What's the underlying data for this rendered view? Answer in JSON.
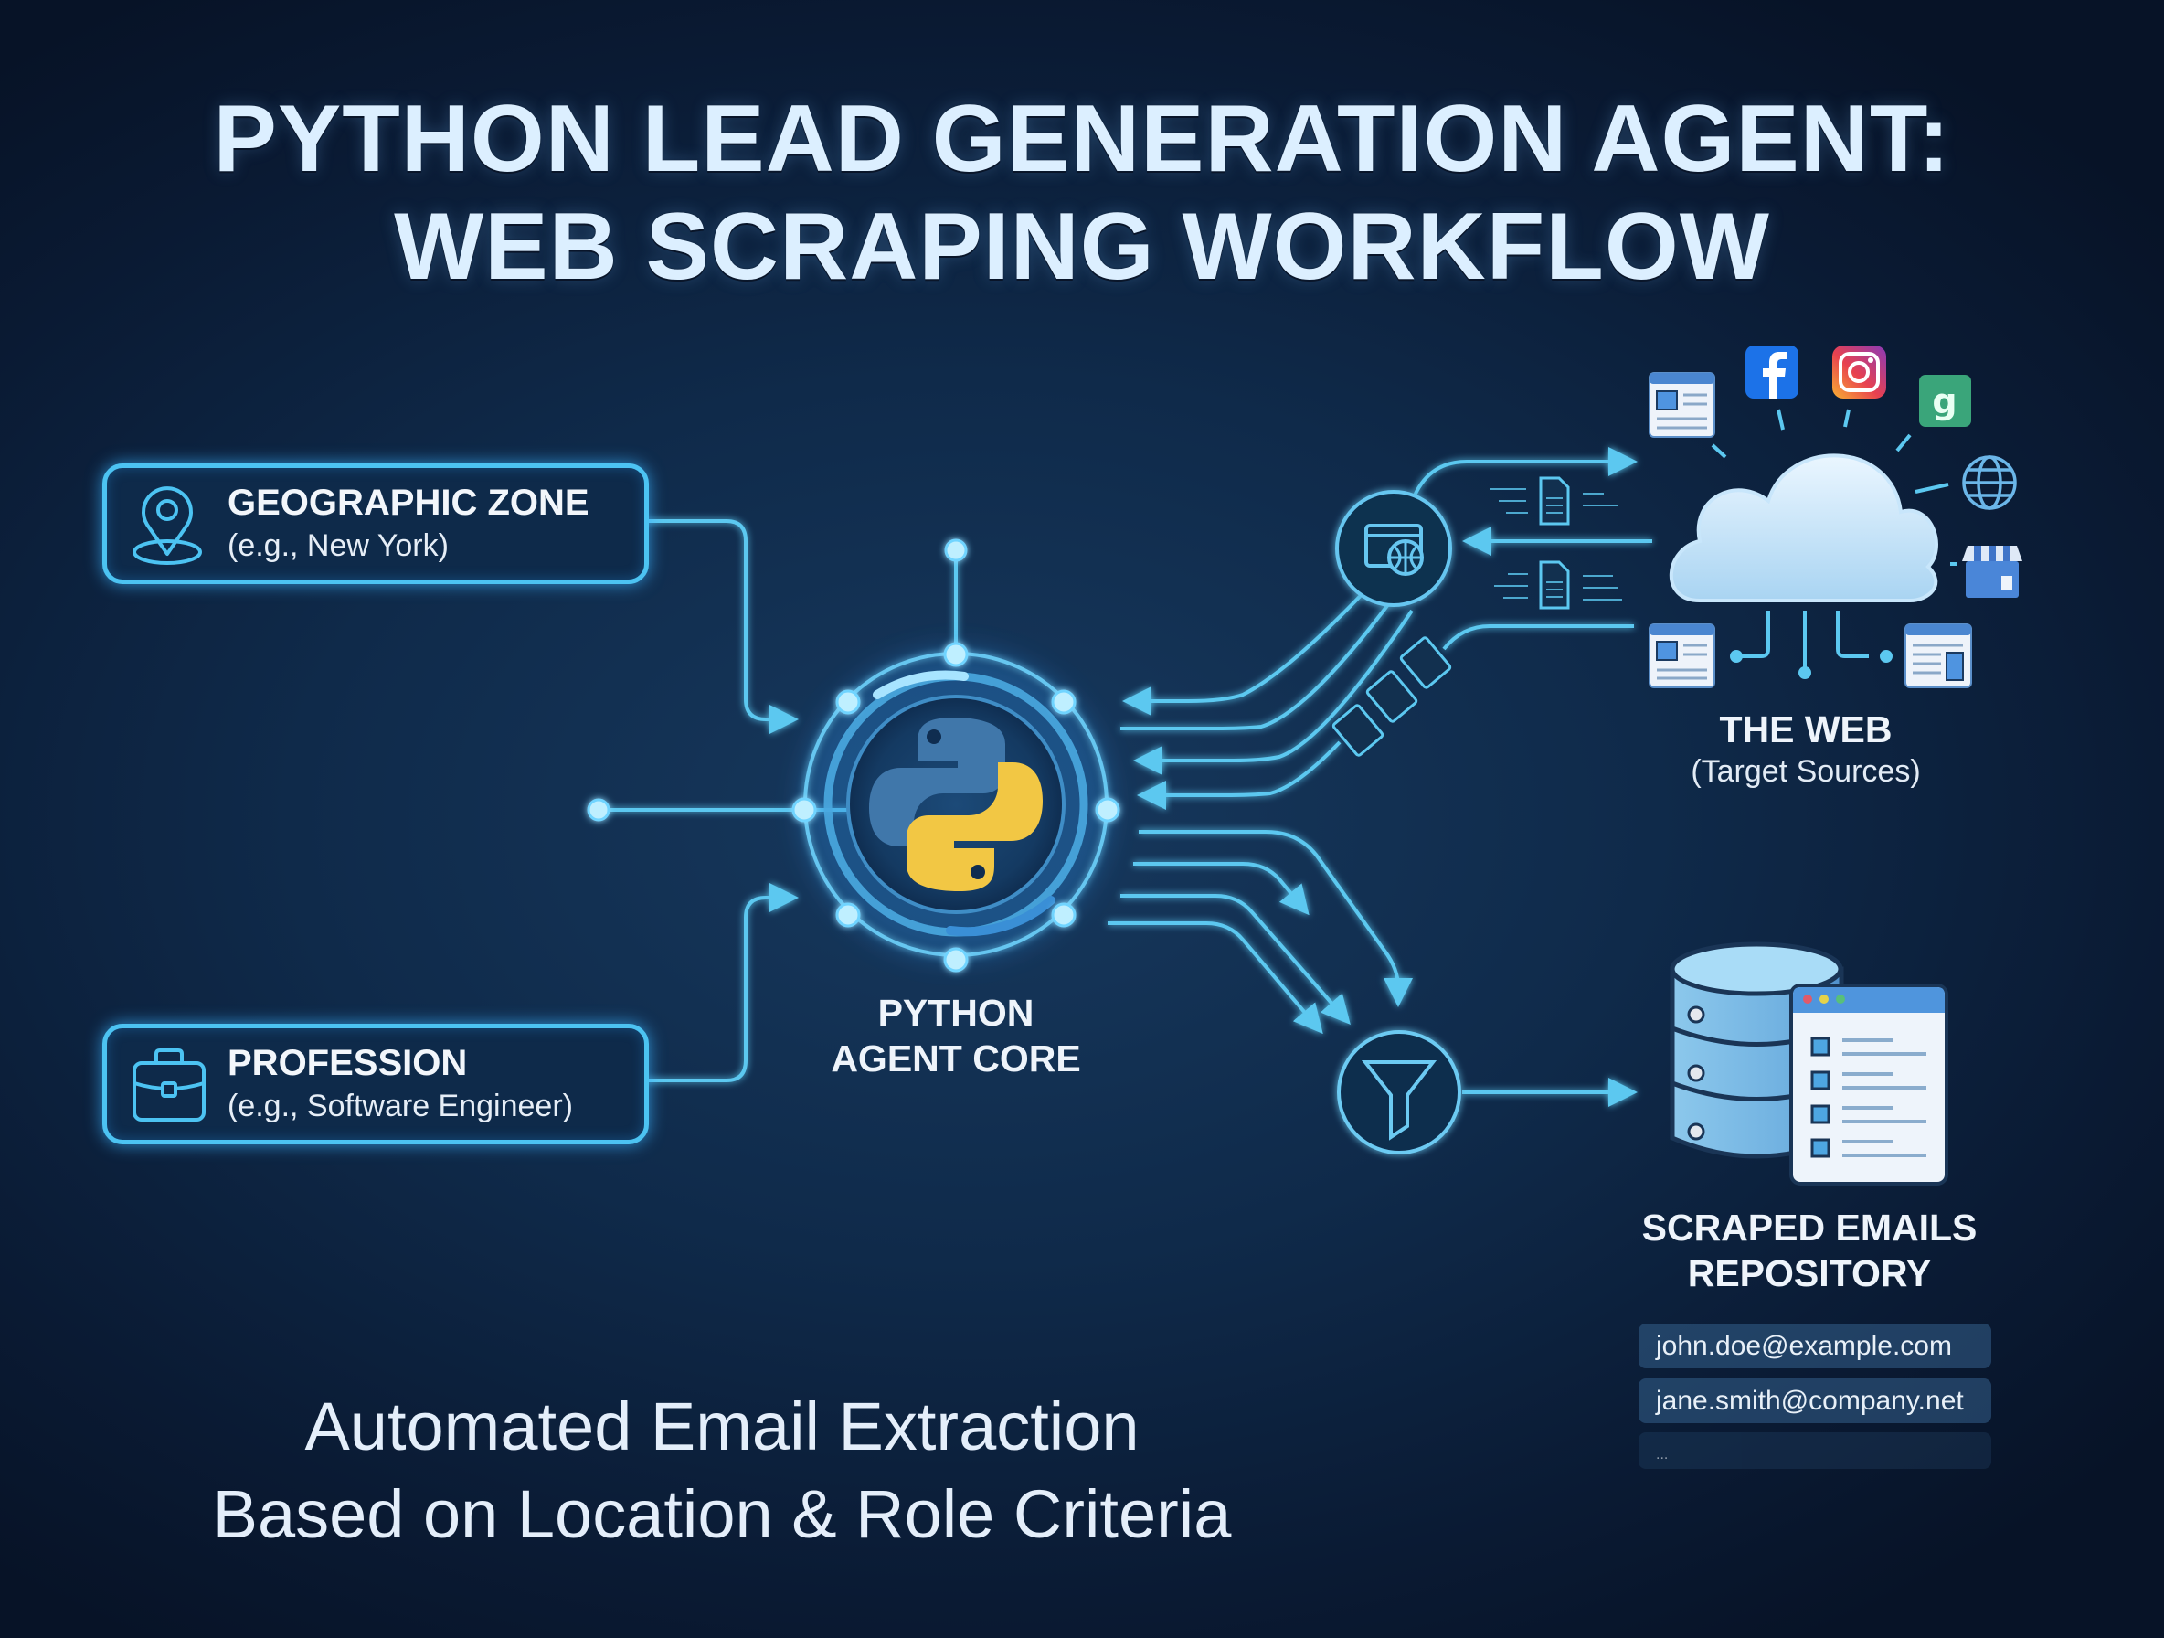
{
  "title": {
    "line1": "PYTHON LEAD GENERATION AGENT:",
    "line2": "WEB SCRAPING WORKFLOW"
  },
  "inputs": [
    {
      "heading": "GEOGRAPHIC ZONE",
      "example": "(e.g., New York)",
      "icon": "map-pin-icon"
    },
    {
      "heading": "PROFESSION",
      "example": "(e.g., Software Engineer)",
      "icon": "briefcase-icon"
    }
  ],
  "core": {
    "line1": "PYTHON",
    "line2": "AGENT CORE",
    "icon": "python-logo-icon"
  },
  "web": {
    "heading": "THE WEB",
    "sub": "(Target Sources)",
    "sources": [
      "webpage-icon",
      "facebook-icon",
      "instagram-icon",
      "green-app-icon",
      "globe-icon",
      "store-icon",
      "webpage-icon",
      "webpage-icon"
    ]
  },
  "scraper": {
    "icon": "browser-globe-icon"
  },
  "filter": {
    "icon": "funnel-icon"
  },
  "repository": {
    "line1": "SCRAPED EMAILS",
    "line2": "REPOSITORY",
    "emails": [
      "john.doe@example.com",
      "jane.smith@company.net",
      "..."
    ]
  },
  "footer": {
    "line1": "Automated Email Extraction",
    "line2": "Based on Location & Role Criteria"
  },
  "colors": {
    "background": "#0f2a4a",
    "accent": "#4cc3f2",
    "glow": "#7fdcff",
    "python_blue": "#3d76a8",
    "python_yellow": "#f5c842",
    "text": "#eef4fb"
  }
}
